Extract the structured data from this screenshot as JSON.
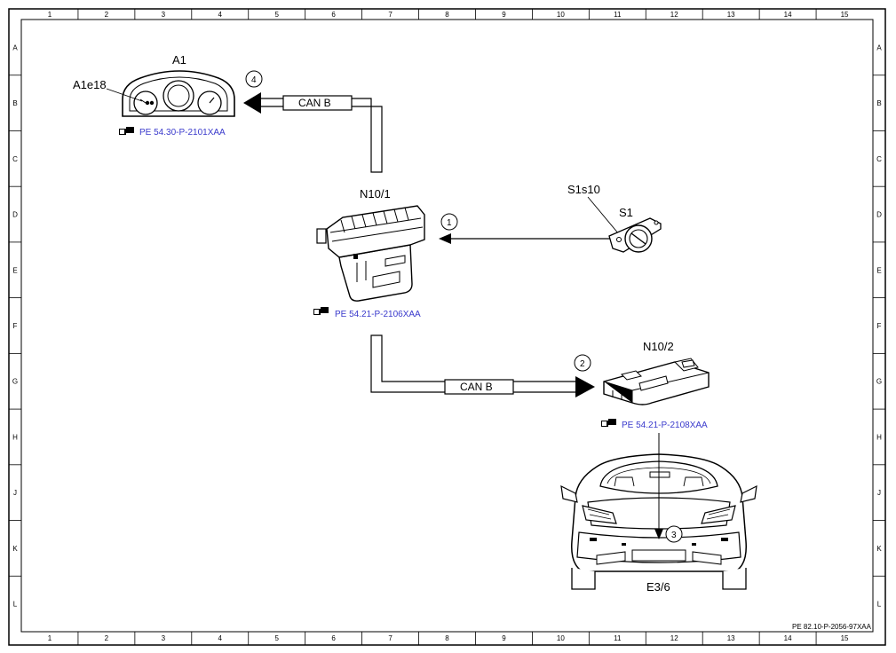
{
  "frame": {
    "columns": [
      "1",
      "2",
      "3",
      "4",
      "5",
      "6",
      "7",
      "8",
      "9",
      "10",
      "11",
      "12",
      "13",
      "14",
      "15"
    ],
    "rows": [
      "A",
      "B",
      "C",
      "D",
      "E",
      "F",
      "G",
      "H",
      "J",
      "K",
      "L"
    ]
  },
  "components": {
    "a1": {
      "label": "A1"
    },
    "a1e18": {
      "label": "A1e18"
    },
    "n10_1": {
      "label": "N10/1"
    },
    "n10_2": {
      "label": "N10/2"
    },
    "s1": {
      "label": "S1"
    },
    "s1s10": {
      "label": "S1s10"
    },
    "e3_6": {
      "label": "E3/6"
    }
  },
  "references": {
    "a1_ref": "PE 54.30-P-2101XAA",
    "n10_1_ref": "PE 54.21-P-2106XAA",
    "n10_2_ref": "PE 54.21-P-2108XAA"
  },
  "signals": {
    "can_top": "CAN B",
    "can_bottom": "CAN B"
  },
  "markers": {
    "m1": "1",
    "m2": "2",
    "m3": "3",
    "m4": "4"
  },
  "doc_id": "PE 82.10-P-2056-97XAA",
  "colors": {
    "line": "#000000",
    "reference_link": "#3a3acc"
  }
}
